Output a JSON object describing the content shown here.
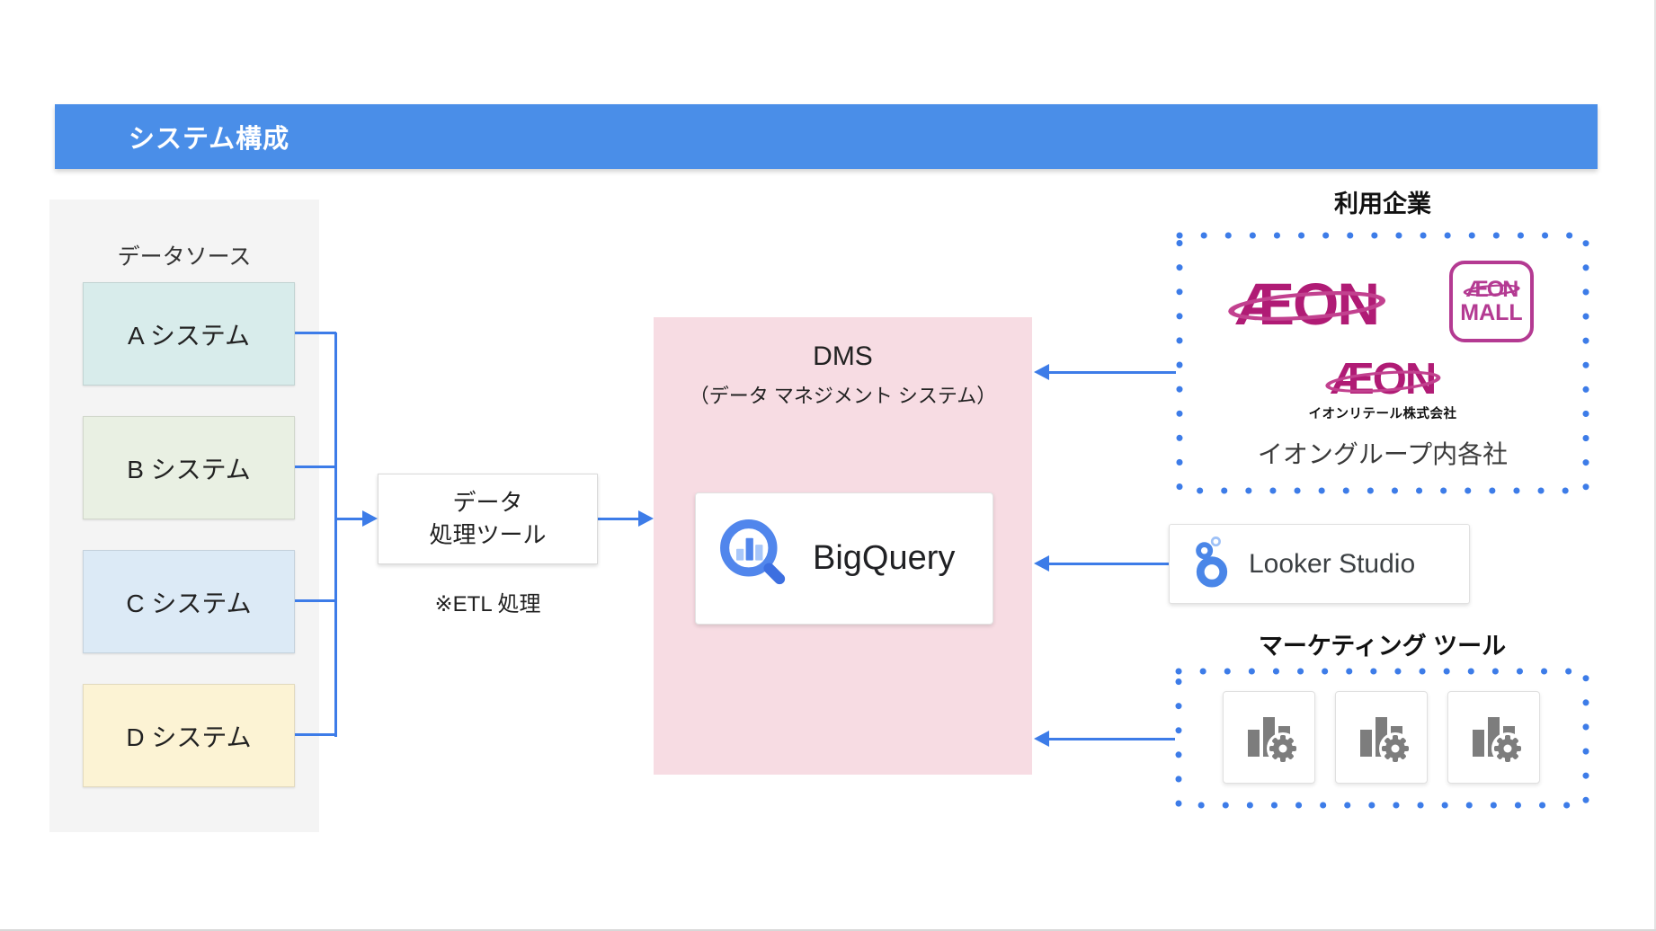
{
  "header": {
    "title": "システム構成"
  },
  "data_sources": {
    "label": "データソース",
    "systems": [
      {
        "label": "A システム",
        "color": "#d8eceb"
      },
      {
        "label": "B システム",
        "color": "#e9f0e3"
      },
      {
        "label": "C システム",
        "color": "#dceaf6"
      },
      {
        "label": "D システム",
        "color": "#fcf3d4"
      }
    ]
  },
  "processing": {
    "line1": "データ",
    "line2": "処理ツール",
    "note": "※ETL 処理"
  },
  "dms": {
    "title": "DMS",
    "subtitle": "（データ マネジメント システム）",
    "product": "BigQuery"
  },
  "companies": {
    "title": "利用企業",
    "aeon_wordmark": "ÆON",
    "mall_line1": "ÆON",
    "mall_line2": "MALL",
    "retail_wordmark": "ÆON",
    "retail_caption": "イオンリテール株式会社",
    "caption": "イオングループ内各社"
  },
  "looker": {
    "label": "Looker Studio"
  },
  "marketing": {
    "title": "マーケティング ツール"
  },
  "colors": {
    "header_blue": "#4a8ee8",
    "accent_blue": "#3d7ce8",
    "dms_pink": "#f7dce3",
    "panel_gray": "#f4f4f4",
    "aeon_magenta": "#b01b75",
    "aeon_mall_magenta": "#b43a92",
    "bigquery_blue": "#5186ec",
    "bigquery_light_blue": "#a8c7fa",
    "looker_blue": "#4a86e8",
    "tool_icon_gray": "#7d7d7d"
  }
}
